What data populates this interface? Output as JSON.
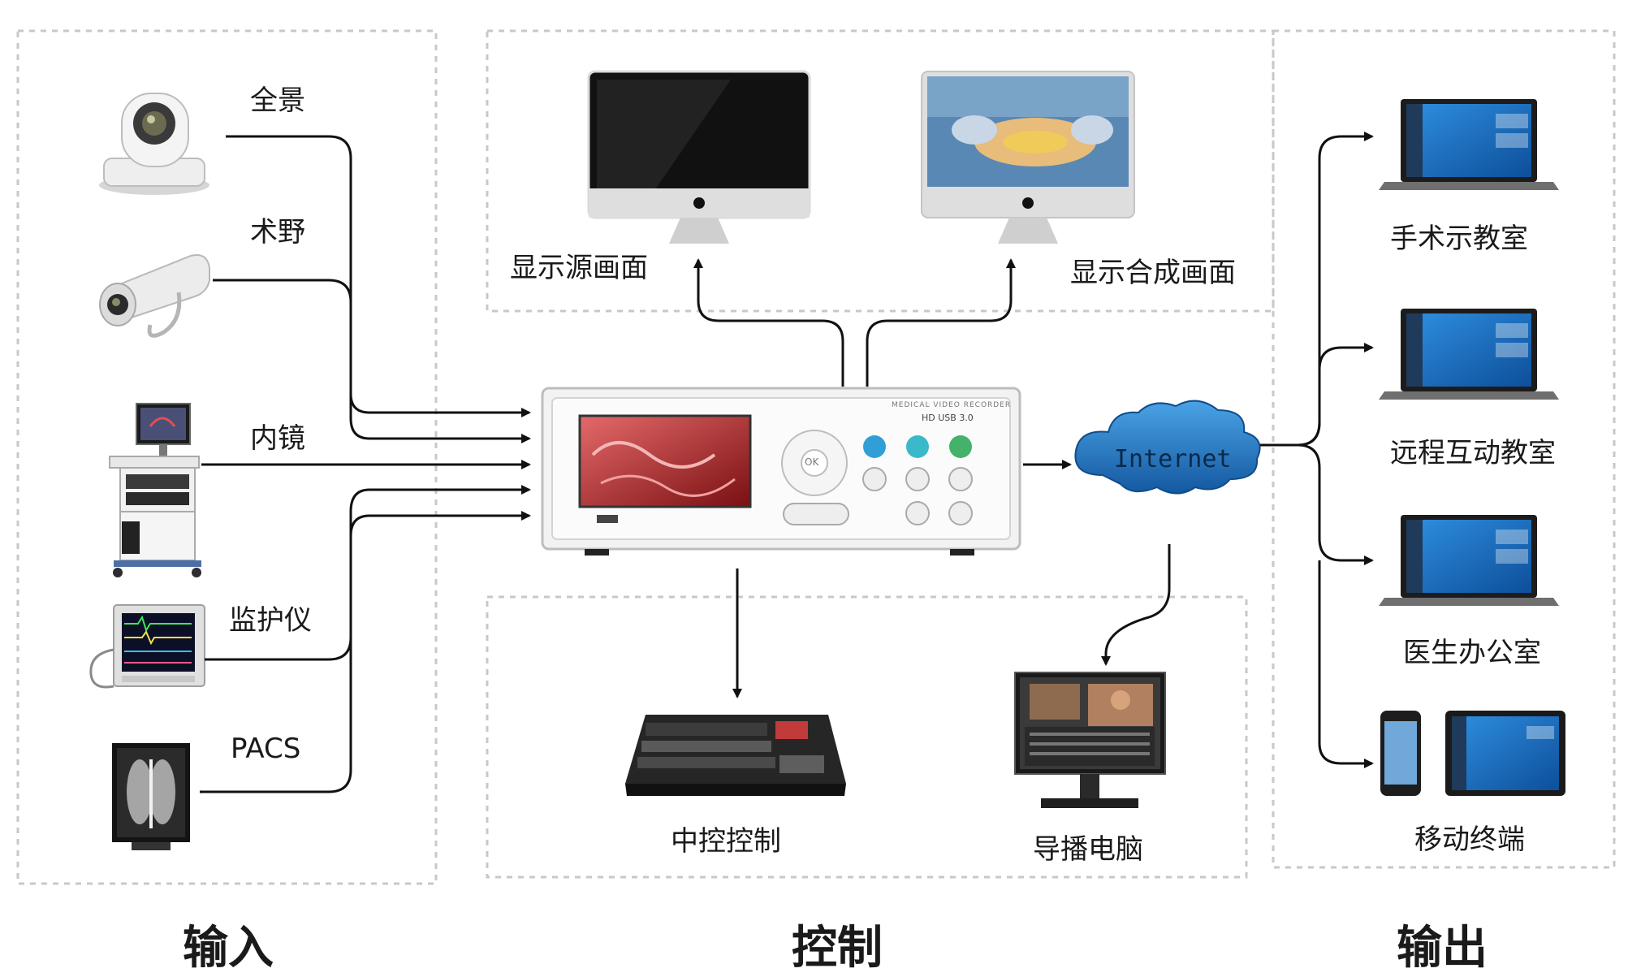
{
  "sections": {
    "input": "输入",
    "control": "控制",
    "output": "输出"
  },
  "inputs": [
    {
      "label": "全景",
      "icon": "ptz-camera-icon"
    },
    {
      "label": "术野",
      "icon": "field-camera-icon"
    },
    {
      "label": "内镜",
      "icon": "endoscope-cart-icon"
    },
    {
      "label": "监护仪",
      "icon": "patient-monitor-icon"
    },
    {
      "label": "PACS",
      "icon": "xray-display-icon"
    }
  ],
  "displays": [
    {
      "label": "显示源画面",
      "icon": "monitor-icon"
    },
    {
      "label": "显示合成画面",
      "icon": "monitor-surgery-icon"
    }
  ],
  "recorder": {
    "brand_line": "MEDICAL VIDEO RECORDER",
    "model": "HD USB 3.0",
    "ok": "OK"
  },
  "network": {
    "label": "Internet",
    "icon": "cloud-icon"
  },
  "control_devices": [
    {
      "label": "中控控制",
      "icon": "switcher-console-icon"
    },
    {
      "label": "导播电脑",
      "icon": "director-pc-icon"
    }
  ],
  "outputs": [
    {
      "label": "手术示教室",
      "icon": "laptop-icon"
    },
    {
      "label": "远程互动教室",
      "icon": "laptop-icon"
    },
    {
      "label": "医生办公室",
      "icon": "laptop-icon"
    },
    {
      "label": "移动终端",
      "icon": "mobile-devices-icon"
    }
  ],
  "colors": {
    "dashed_border": "#c8c8c8",
    "line": "#111111",
    "cloud": "#1e6fb8",
    "screen": "#1c78c9"
  }
}
